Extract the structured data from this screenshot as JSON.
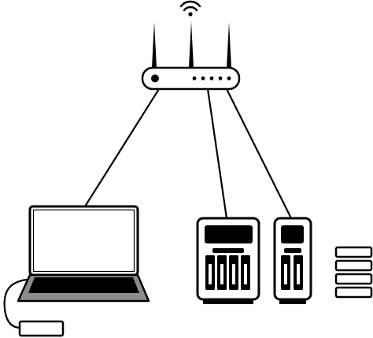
{
  "diagram": {
    "nodes": [
      {
        "id": "router",
        "icon": "wifi-router-icon",
        "antennas": 3,
        "status_leds": 5,
        "wifi_signal": true
      },
      {
        "id": "laptop",
        "icon": "laptop-icon",
        "accessory": "usb-drive-icon"
      },
      {
        "id": "nas-4bay",
        "icon": "nas-4-bay-icon",
        "drive_bays": 4
      },
      {
        "id": "nas-2bay",
        "icon": "nas-2-bay-icon",
        "drive_bays": 2
      },
      {
        "id": "drives",
        "icon": "hard-drive-stack-icon",
        "count": 4
      }
    ],
    "connections": [
      {
        "from": "router",
        "to": "laptop"
      },
      {
        "from": "router",
        "to": "nas-4bay"
      },
      {
        "from": "router",
        "to": "nas-2bay"
      }
    ],
    "colors": {
      "stroke": "#000000",
      "background": "#ffffff",
      "screen": "#ffffff",
      "keyboard_deck": "#8c8c8c"
    }
  }
}
